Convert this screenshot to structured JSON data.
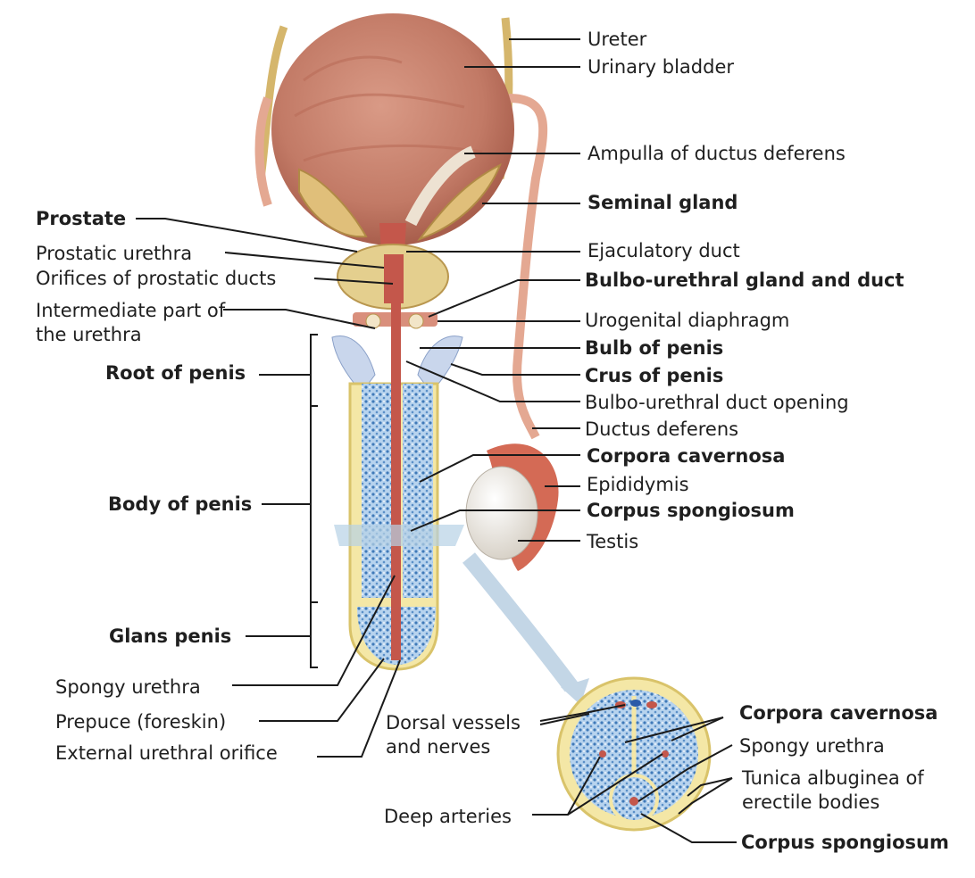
{
  "colors": {
    "bladder": "#c98470",
    "urethra_mucosa": "#c0504a",
    "erectile_tissue": "#a9c9e8",
    "tunica": "#f1e4a4",
    "testis": "#f2efe9",
    "epididymis": "#d46a55",
    "leader_line": "#1a1a1a"
  },
  "right_labels": {
    "ureter": "Ureter",
    "urinary_bladder": "Urinary bladder",
    "ampulla": "Ampulla of ductus deferens",
    "seminal_gland": "Seminal gland",
    "ejaculatory_duct": "Ejaculatory duct",
    "bulbo_urethral_gland": "Bulbo-urethral gland and duct",
    "urogenital_diaphragm": "Urogenital diaphragm",
    "bulb_of_penis": "Bulb of penis",
    "crus_of_penis": "Crus of penis",
    "bulbo_urethral_opening": "Bulbo-urethral duct opening",
    "ductus_deferens": "Ductus deferens",
    "corpora_cavernosa": "Corpora cavernosa",
    "epididymis": "Epididymis",
    "corpus_spongiosum": "Corpus spongiosum",
    "testis": "Testis"
  },
  "left_labels": {
    "prostate": "Prostate",
    "prostatic_urethra": "Prostatic urethra",
    "orifices": "Orifices of prostatic ducts",
    "intermediate_part": "Intermediate part of the urethra",
    "root_of_penis": "Root of penis",
    "body_of_penis": "Body of penis",
    "glans_penis": "Glans penis",
    "spongy_urethra": "Spongy urethra",
    "prepuce": "Prepuce (foreskin)",
    "external_orifice": "External urethral orifice"
  },
  "cross_section_labels": {
    "dorsal_vessels": "Dorsal vessels and nerves",
    "deep_arteries": "Deep arteries",
    "corpora_cavernosa": "Corpora cavernosa",
    "spongy_urethra": "Spongy urethra",
    "tunica_albuginea": "Tunica albuginea of erectile bodies",
    "corpus_spongiosum": "Corpus spongiosum"
  }
}
